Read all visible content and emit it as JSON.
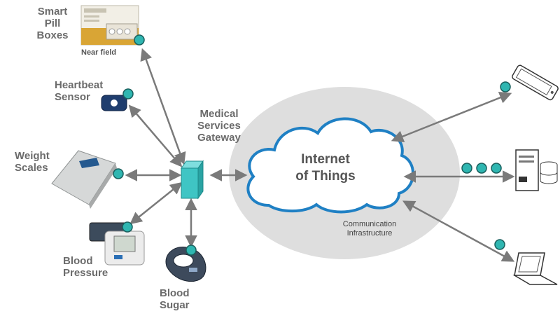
{
  "labels": {
    "pill_boxes": [
      "Smart",
      "Pill",
      "Boxes"
    ],
    "near_field": "Near field",
    "heartbeat": [
      "Heartbeat",
      "Sensor"
    ],
    "weight": [
      "Weight",
      "Scales"
    ],
    "blood_pressure": [
      "Blood",
      "Pressure"
    ],
    "blood_sugar": [
      "Blood",
      "Sugar"
    ],
    "gateway": [
      "Medical",
      "Services",
      "Gateway"
    ],
    "internet": [
      "Internet",
      "of Things"
    ],
    "infrastructure": [
      "Communication",
      "Infrastructure"
    ]
  },
  "colors": {
    "dot": "#2fb6b1",
    "arrow": "#7a7a7a",
    "cloud_stroke": "#1f80c4",
    "ellipse": "#dedede",
    "gateway_box": "#3fc5c4",
    "text": "#6b6b6b"
  },
  "icons": [
    "pill-box-icon",
    "heartbeat-sensor-icon",
    "weight-scale-icon",
    "blood-pressure-monitor-icon",
    "glucose-meter-icon",
    "gateway-box-icon",
    "tablet-icon",
    "server-icon",
    "laptop-icon",
    "cloud-icon"
  ]
}
